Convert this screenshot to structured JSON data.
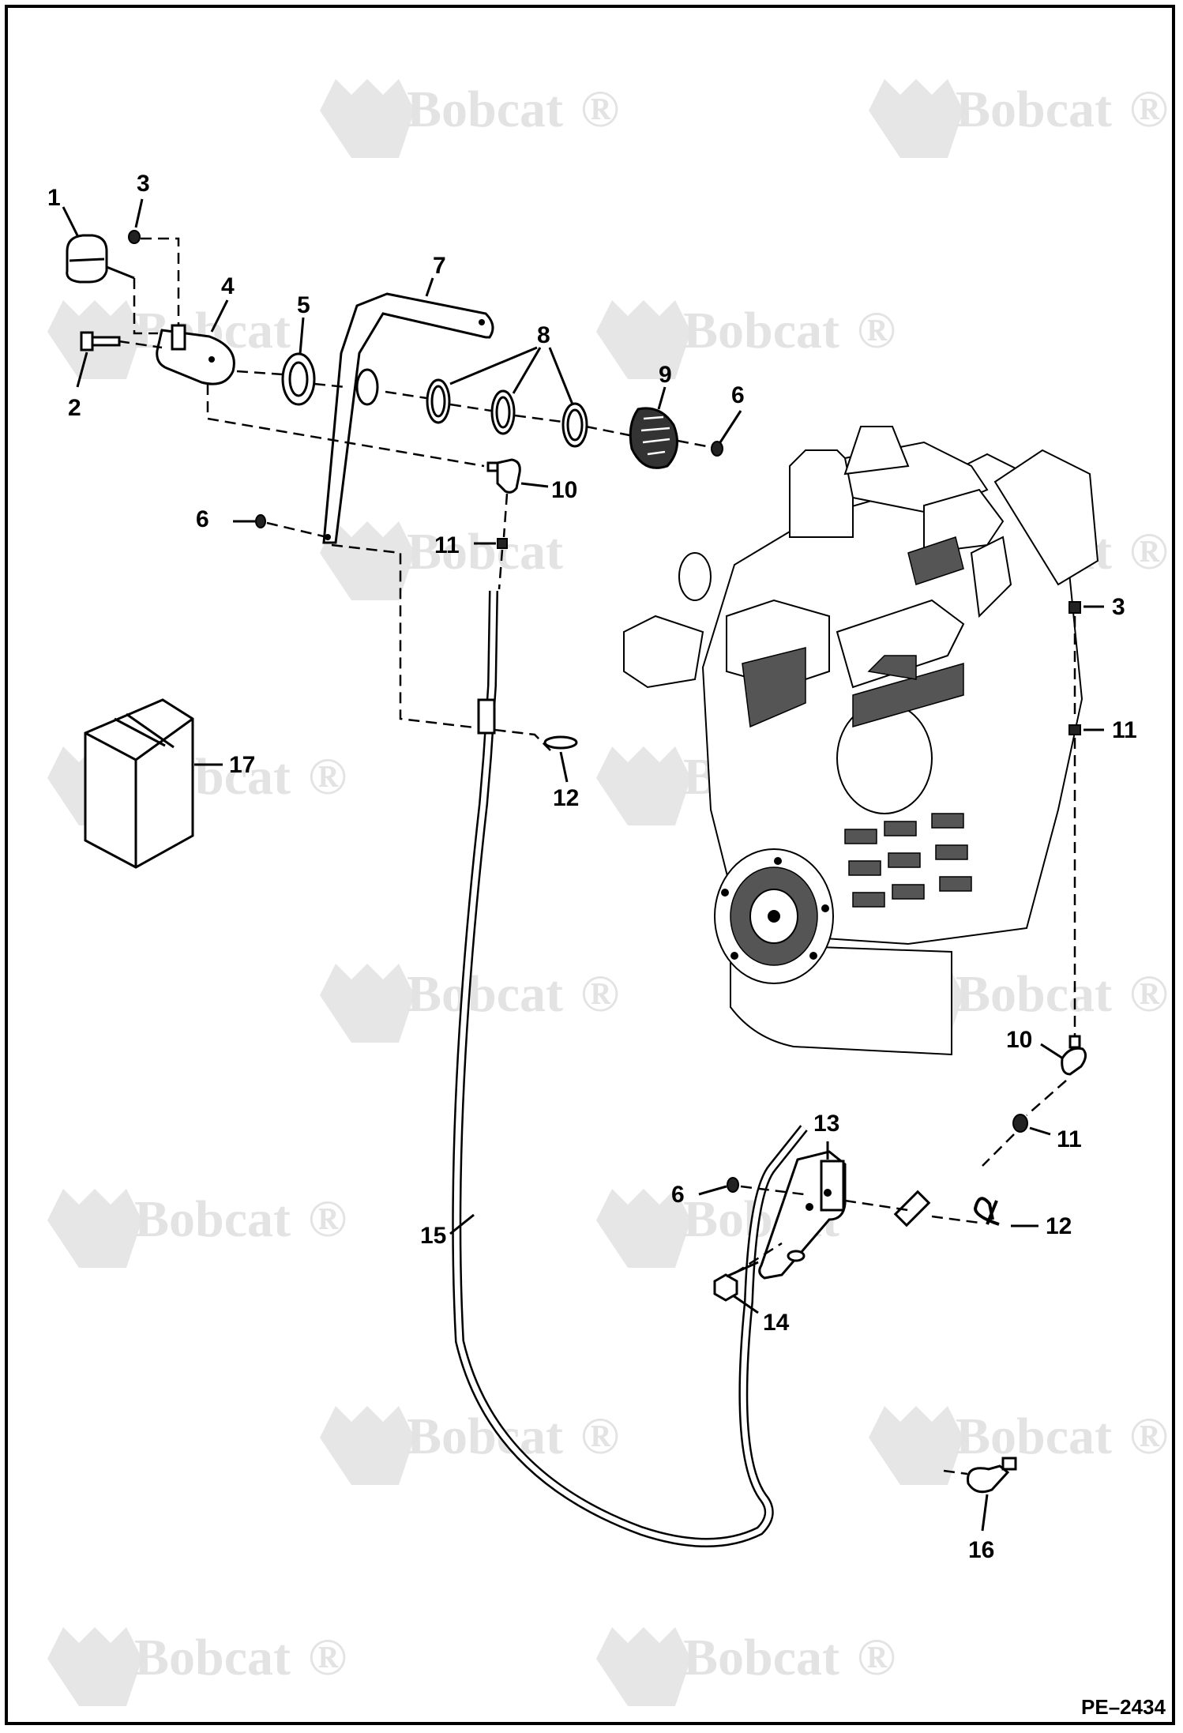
{
  "watermark": {
    "brand": "Bobcat",
    "registered": "®"
  },
  "callouts": {
    "c1": "1",
    "c2": "2",
    "c3a": "3",
    "c3b": "3",
    "c4": "4",
    "c5": "5",
    "c6a": "6",
    "c6b": "6",
    "c6c": "6",
    "c7": "7",
    "c8": "8",
    "c9": "9",
    "c10a": "10",
    "c10b": "10",
    "c11a": "11",
    "c11b": "11",
    "c11c": "11",
    "c12a": "12",
    "c12b": "12",
    "c13": "13",
    "c14": "14",
    "c15": "15",
    "c16": "16",
    "c17": "17"
  },
  "reference_code": "PE–2434"
}
